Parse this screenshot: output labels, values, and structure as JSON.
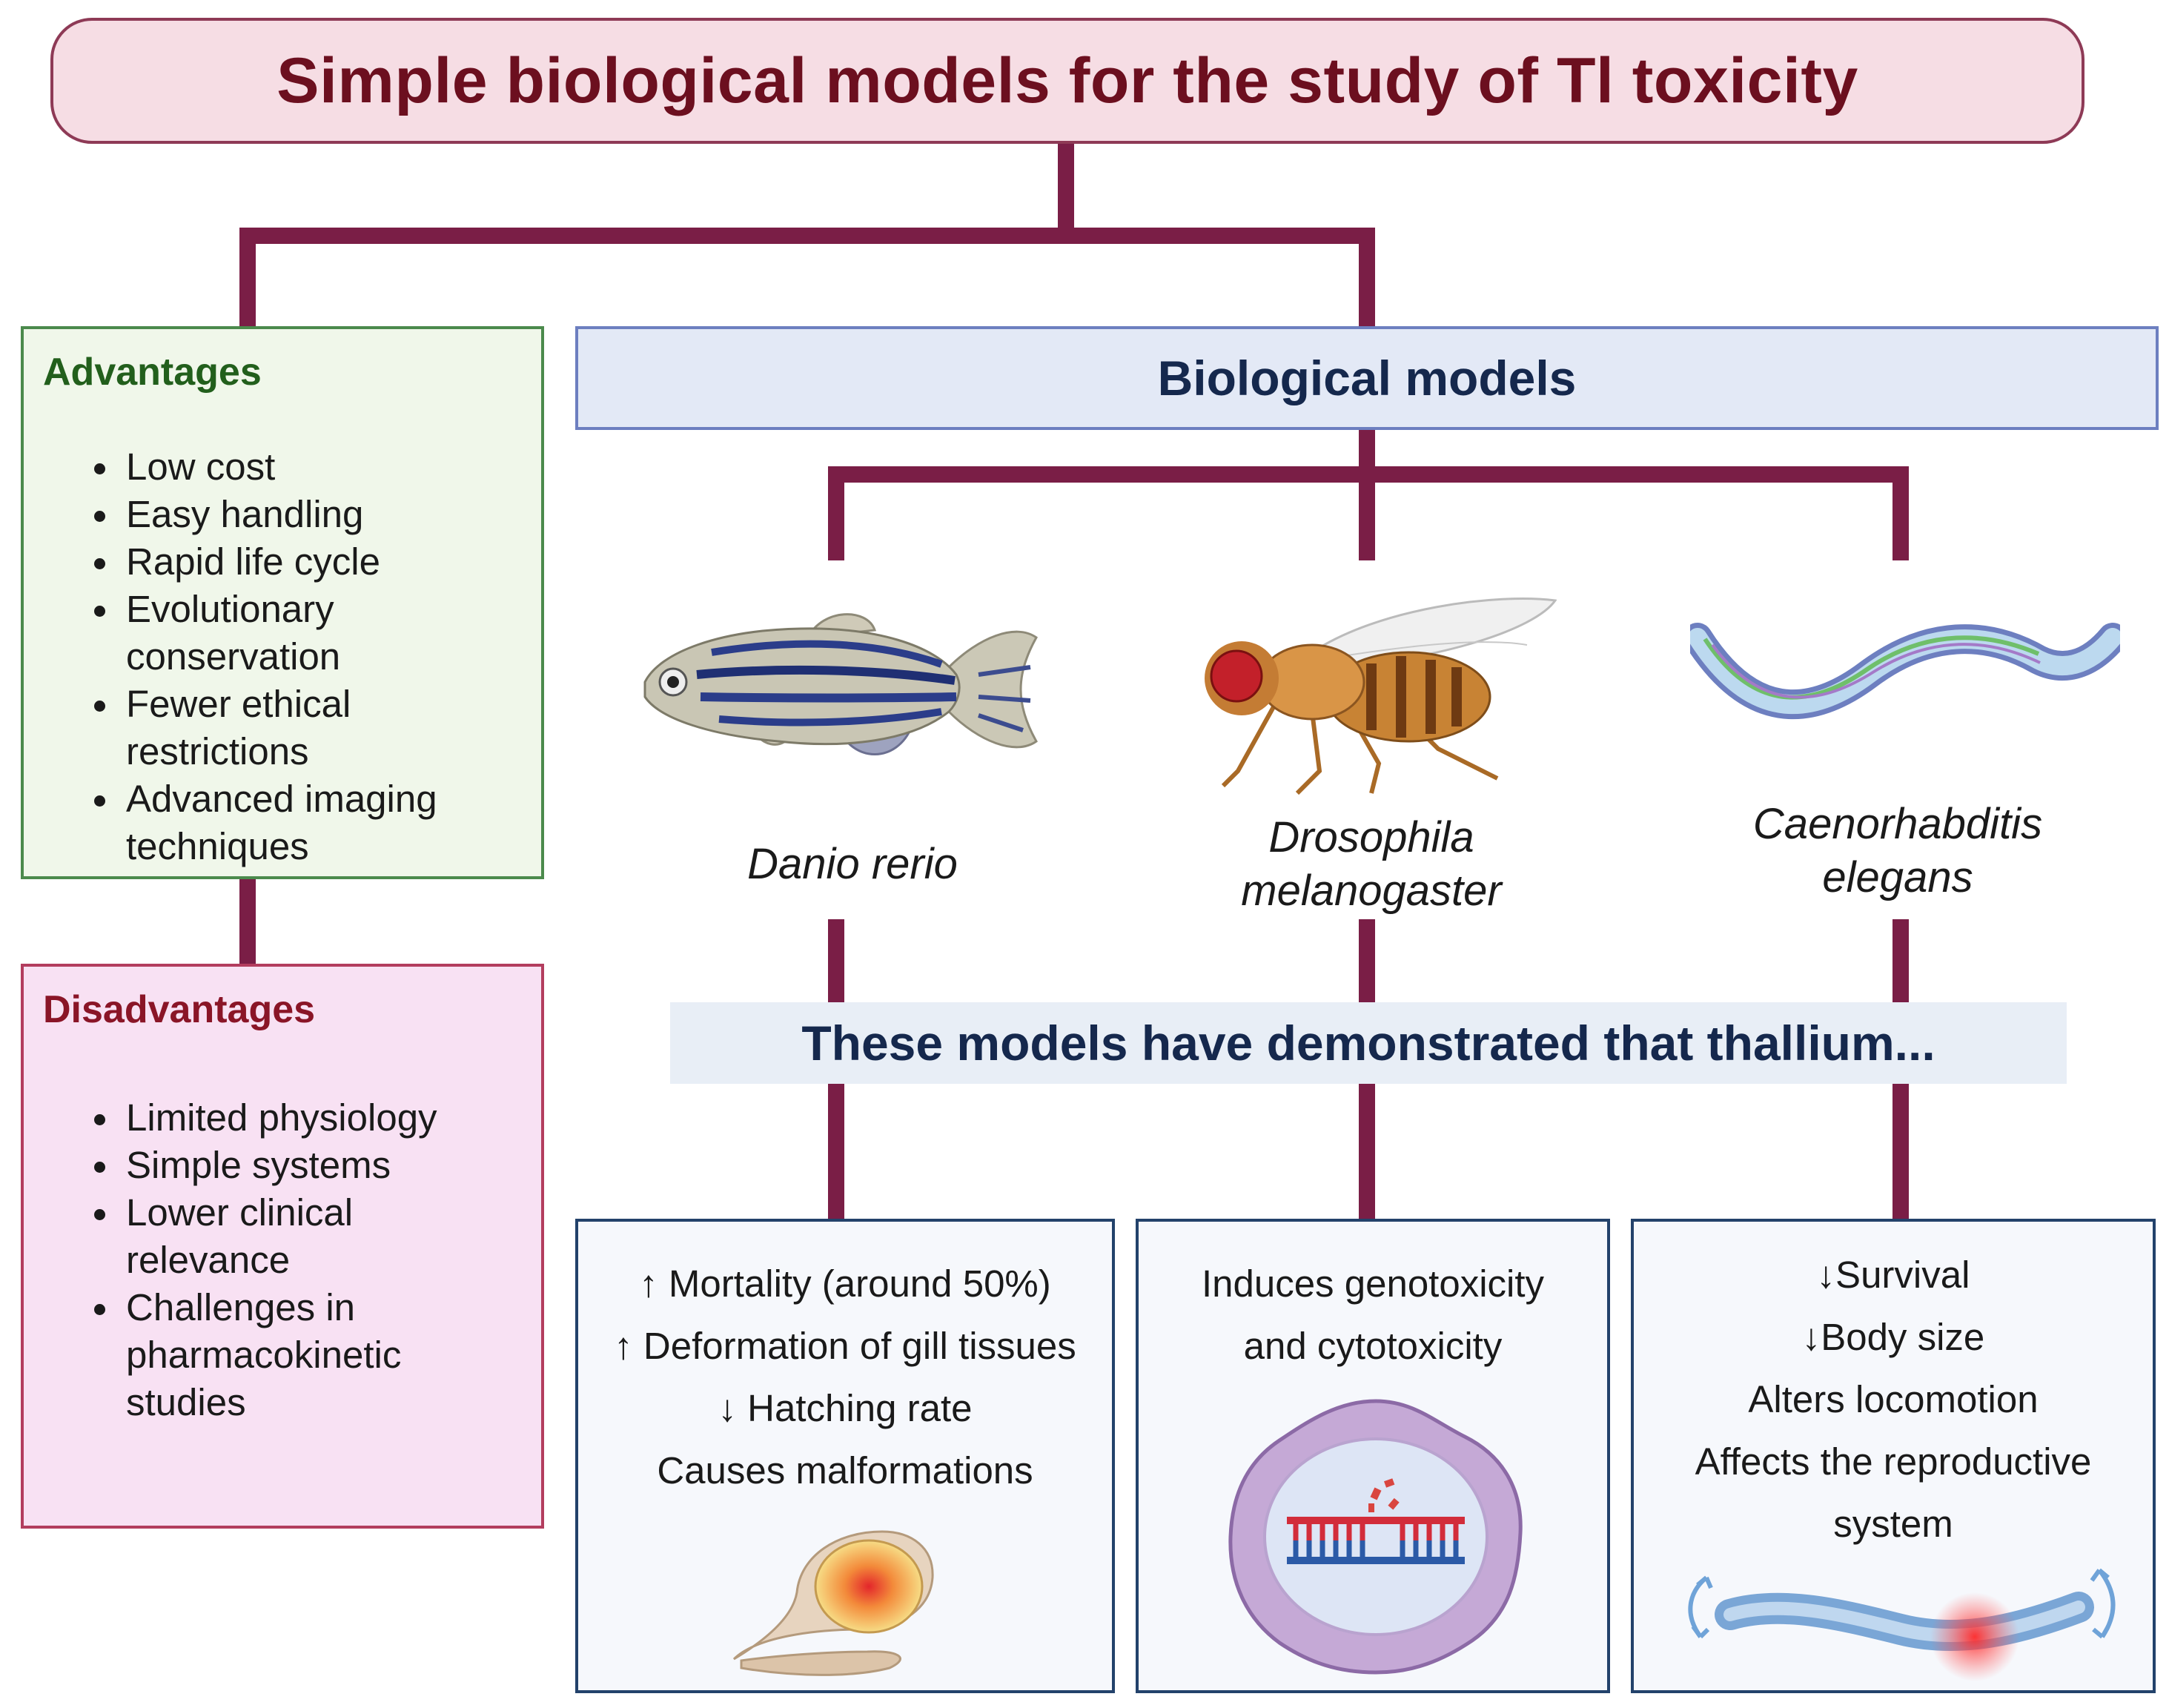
{
  "title": "Simple biological models for the study of Tl toxicity",
  "advantages": {
    "heading": "Advantages",
    "items": [
      "Low cost",
      "Easy handling",
      "Rapid life cycle",
      "Evolutionary conservation",
      "Fewer ethical restrictions",
      "Advanced imaging techniques"
    ]
  },
  "disadvantages": {
    "heading": "Disadvantages",
    "items": [
      "Limited physiology",
      "Simple systems",
      "Lower clinical relevance",
      "Challenges in pharmacokinetic studies"
    ]
  },
  "biological_models": {
    "heading": "Biological models",
    "species": [
      {
        "name_line1": "Danio rerio",
        "name_line2": ""
      },
      {
        "name_line1": "Drosophila",
        "name_line2": "melanogaster"
      },
      {
        "name_line1": "Caenorhabditis",
        "name_line2": "elegans"
      }
    ]
  },
  "demonstrated_heading": "These models have demonstrated that thallium...",
  "results": [
    {
      "lines": [
        "↑ Mortality (around 50%)",
        "↑ Deformation of gill tissues",
        "↓ Hatching rate",
        "Causes malformations"
      ]
    },
    {
      "lines": [
        "Induces genotoxicity",
        "and cytotoxicity"
      ]
    },
    {
      "lines": [
        "↓Survival",
        "↓Body size",
        "Alters locomotion",
        "Affects the reproductive",
        "system"
      ]
    }
  ],
  "colors": {
    "connector": "#7a1e46",
    "title_fill": "#f6dde4",
    "title_text": "#6c0f1f",
    "advantages_fill": "#f0f7ea",
    "advantages_border": "#4b8a4c",
    "disadvantages_fill": "#f8e1f3",
    "disadvantages_border": "#b33d5e",
    "models_fill": "#e3e9f6",
    "results_border": "#23426b"
  }
}
